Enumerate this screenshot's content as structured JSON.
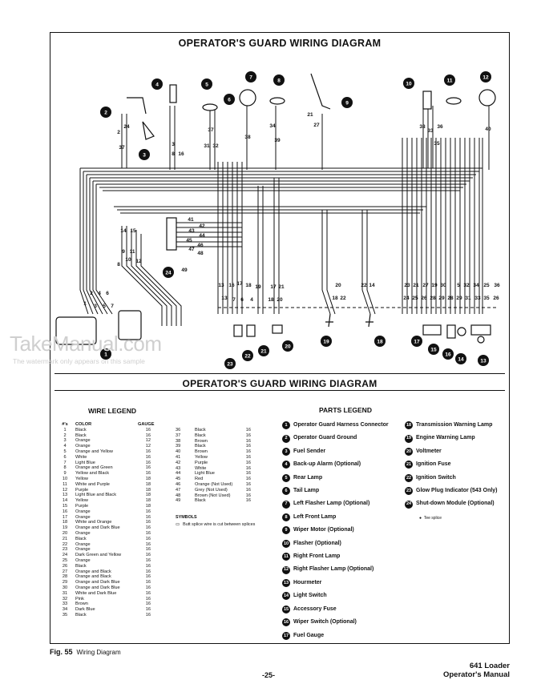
{
  "title_top": "OPERATOR'S GUARD WIRING DIAGRAM",
  "title_mid": "OPERATOR'S GUARD WIRING DIAGRAM",
  "watermark": "TakeManual.com",
  "watermark_note": "The watermark only appears on this sample",
  "wire_legend": {
    "heading": "WIRE LEGEND",
    "col_num": "#'s",
    "col_color": "COLOR",
    "col_gauge": "GAUGE",
    "wires_a": [
      [
        "1",
        "Black",
        "16"
      ],
      [
        "2",
        "Black",
        "16"
      ],
      [
        "3",
        "Orange",
        "12"
      ],
      [
        "4",
        "Orange",
        "12"
      ],
      [
        "5",
        "Orange and Yellow",
        "16"
      ],
      [
        "6",
        "White",
        "16"
      ],
      [
        "7",
        "Light Blue",
        "16"
      ],
      [
        "8",
        "Orange and Green",
        "16"
      ],
      [
        "9",
        "Yellow and Black",
        "16"
      ],
      [
        "10",
        "Yellow",
        "18"
      ],
      [
        "11",
        "White and Purple",
        "18"
      ],
      [
        "12",
        "Purple",
        "18"
      ],
      [
        "13",
        "Light Blue and Black",
        "18"
      ],
      [
        "14",
        "Yellow",
        "18"
      ],
      [
        "15",
        "Purple",
        "18"
      ],
      [
        "16",
        "Orange",
        "16"
      ],
      [
        "17",
        "Orange",
        "16"
      ],
      [
        "18",
        "White and Orange",
        "16"
      ],
      [
        "19",
        "Orange and Dark Blue",
        "16"
      ],
      [
        "20",
        "Orange",
        "16"
      ],
      [
        "21",
        "Black",
        "16"
      ],
      [
        "22",
        "Orange",
        "16"
      ],
      [
        "23",
        "Orange",
        "16"
      ],
      [
        "24",
        "Dark Green and Yellow",
        "16"
      ],
      [
        "25",
        "Orange",
        "16"
      ],
      [
        "26",
        "Black",
        "16"
      ],
      [
        "27",
        "Orange and Black",
        "16"
      ],
      [
        "28",
        "Orange and Black",
        "16"
      ],
      [
        "29",
        "Orange and Dark Blue",
        "16"
      ],
      [
        "30",
        "Orange and Dark Blue",
        "16"
      ],
      [
        "31",
        "White and Dark Blue",
        "16"
      ],
      [
        "32",
        "Pink",
        "16"
      ],
      [
        "33",
        "Brown",
        "16"
      ],
      [
        "34",
        "Dark Blue",
        "16"
      ],
      [
        "35",
        "Black",
        "16"
      ]
    ],
    "wires_b": [
      [
        "36",
        "Black",
        "16"
      ],
      [
        "37",
        "Black",
        "16"
      ],
      [
        "38",
        "Brown",
        "16"
      ],
      [
        "39",
        "Black",
        "16"
      ],
      [
        "40",
        "Brown",
        "16"
      ],
      [
        "41",
        "Yellow",
        "16"
      ],
      [
        "42",
        "Purple",
        "16"
      ],
      [
        "43",
        "White",
        "16"
      ],
      [
        "44",
        "Light Blue",
        "16"
      ],
      [
        "45",
        "Red",
        "16"
      ],
      [
        "46",
        "Orange (Not Used)",
        "16"
      ],
      [
        "47",
        "Grey (Not Used)",
        "16"
      ],
      [
        "48",
        "Brown (Not Used)",
        "16"
      ],
      [
        "49",
        "Black",
        "16"
      ]
    ],
    "symbols_label": "SYMBOLS",
    "symbols_text": "Butt splice wire is cut between splices"
  },
  "parts_legend": {
    "heading": "PARTS LEGEND",
    "parts_a": [
      [
        "1",
        "Operator Guard Harness Connector"
      ],
      [
        "2",
        "Operator Guard Ground"
      ],
      [
        "3",
        "Fuel Sender"
      ],
      [
        "4",
        "Back-up Alarm (Optional)"
      ],
      [
        "5",
        "Rear Lamp"
      ],
      [
        "6",
        "Tail Lamp"
      ],
      [
        "7",
        "Left Flasher Lamp (Optional)"
      ],
      [
        "8",
        "Left Front Lamp"
      ],
      [
        "9",
        "Wiper Motor (Optional)"
      ],
      [
        "10",
        "Flasher (Optional)"
      ],
      [
        "11",
        "Right Front Lamp"
      ],
      [
        "12",
        "Right Flasher Lamp (Optional)"
      ],
      [
        "13",
        "Hourmeter"
      ],
      [
        "14",
        "Light Switch"
      ],
      [
        "15",
        "Accessory Fuse"
      ],
      [
        "16",
        "Wiper Switch (Optional)"
      ],
      [
        "17",
        "Fuel Gauge"
      ]
    ],
    "parts_b": [
      [
        "18",
        "Transmission Warning Lamp"
      ],
      [
        "19",
        "Engine Warning Lamp"
      ],
      [
        "20",
        "Voltmeter"
      ],
      [
        "21",
        "Ignition Fuse"
      ],
      [
        "22",
        "Ignition Switch"
      ],
      [
        "23",
        "Glow Plug Indicator (543 Only)"
      ],
      [
        "24",
        "Shut-down Module (Optional)"
      ]
    ],
    "tee_splice": "Tee splice"
  },
  "diagram": {
    "callouts": [
      "1",
      "2",
      "3",
      "4",
      "5",
      "6",
      "7",
      "8",
      "9",
      "10",
      "11",
      "12",
      "13",
      "14",
      "15",
      "16",
      "17",
      "18",
      "19",
      "20",
      "21",
      "22",
      "23",
      "24"
    ],
    "top_wire_labels": [
      "2",
      "24",
      "37",
      "3",
      "8",
      "16",
      "37",
      "31",
      "32",
      "38",
      "34",
      "39",
      "21",
      "27",
      "38",
      "33",
      "36",
      "40",
      "35"
    ],
    "module_wire_labels": [
      "41",
      "42",
      "43",
      "44",
      "45",
      "46",
      "47",
      "48",
      "49"
    ],
    "left_wire_labels": [
      "14",
      "15",
      "9",
      "11",
      "8",
      "10",
      "12",
      "1",
      "2",
      "3",
      "4",
      "5",
      "6",
      "7"
    ],
    "bottom_wire_labels": [
      "13",
      "16",
      "17",
      "18",
      "19",
      "13",
      "7",
      "6",
      "4",
      "17",
      "21",
      "18",
      "20",
      "20",
      "18",
      "22",
      "22",
      "14",
      "23",
      "21",
      "27",
      "19",
      "30",
      "5",
      "32",
      "34",
      "25",
      "36",
      "24",
      "25",
      "26",
      "28",
      "29",
      "28",
      "29",
      "31",
      "33",
      "35",
      "26"
    ]
  },
  "footer": {
    "fig_num": "Fig. 55",
    "fig_title": "Wiring Diagram",
    "page": "-25-",
    "manual_line1": "641 Loader",
    "manual_line2": "Operator's Manual"
  }
}
